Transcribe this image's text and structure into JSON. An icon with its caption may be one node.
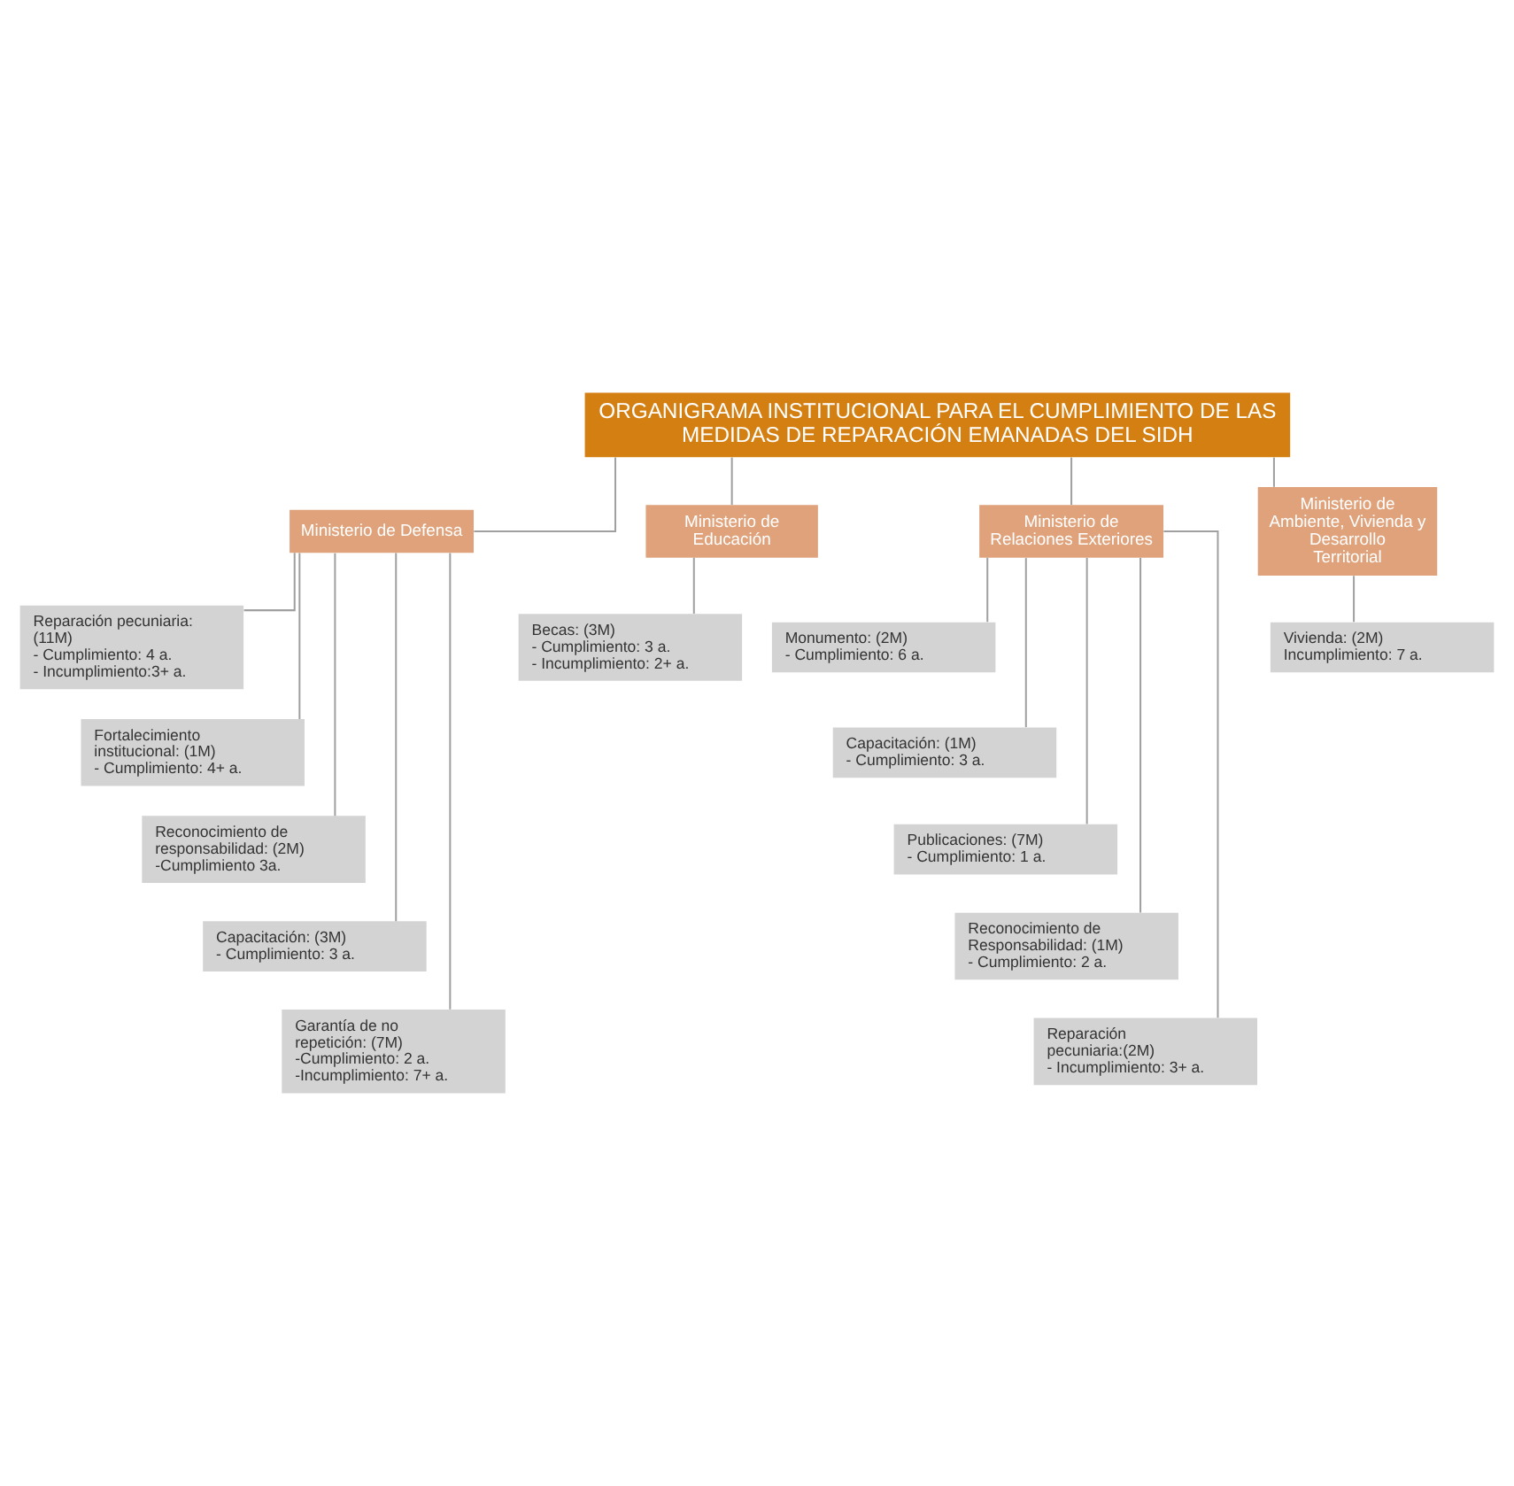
{
  "diagram": {
    "nodes": [
      {
        "text": [
          "ORGANIGRAMA INSTITUCIONAL PARA EL CUMPLIMIENTO DE LAS MEDIDAS DE REPARACIÓN EMANADAS DEL SIDH"
        ]
      },
      {
        "text": [
          "Ministerio de Defensa"
        ]
      },
      {
        "text": [
          "Ministerio de Educación"
        ]
      },
      {
        "text": [
          "Ministerio de Relaciones Exteriores"
        ]
      },
      {
        "text": [
          "Ministerio de Ambiente, Vivienda y Desarrollo Territorial"
        ]
      },
      {
        "text": [
          "Reparación pecuniaria: (11M)",
          "- Cumplimiento: 4 a.",
          "- Incumplimiento:3+ a."
        ]
      },
      {
        "text": [
          "Fortalecimiento institucional: (1M)",
          "- Cumplimiento: 4+ a."
        ]
      },
      {
        "text": [
          "Reconocimiento de responsabilidad: (2M)",
          "-Cumplimiento 3a."
        ]
      },
      {
        "text": [
          "Capacitación: (3M)",
          "- Cumplimiento: 3 a."
        ]
      },
      {
        "text": [
          "Garantía de no repetición: (7M)",
          "-Cumplimiento: 2 a.",
          "-Incumplimiento: 7+ a."
        ]
      },
      {
        "text": [
          "Becas: (3M)",
          "- Cumplimiento: 3 a.",
          "- Incumplimiento: 2+ a."
        ]
      },
      {
        "text": [
          "Monumento: (2M)",
          "- Cumplimiento: 6 a."
        ]
      },
      {
        "text": [
          "Capacitación: (1M)",
          "- Cumplimiento: 3 a."
        ]
      },
      {
        "text": [
          "Publicaciones: (7M)",
          "- Cumplimiento: 1 a."
        ]
      },
      {
        "text": [
          "Reconocimiento de Responsabilidad: (1M)",
          "- Cumplimiento: 2 a."
        ]
      },
      {
        "text": [
          "Reparación pecuniaria:(2M)",
          "- Incumplimiento: 3+ a."
        ]
      },
      {
        "text": [
          "Vivienda: (2M)",
          "Incumplimiento: 7 a."
        ]
      }
    ],
    "edges": [
      {
        "from": 0,
        "to": 1,
        "arrow": "none"
      },
      {
        "from": 0,
        "to": 2,
        "arrow": "none"
      },
      {
        "from": 0,
        "to": 3,
        "arrow": "none"
      },
      {
        "from": 0,
        "to": 4,
        "arrow": "none"
      },
      {
        "from": 1,
        "to": 5,
        "arrow": "none"
      },
      {
        "from": 1,
        "to": 6,
        "arrow": "none"
      },
      {
        "from": 1,
        "to": 7,
        "arrow": "none"
      },
      {
        "from": 1,
        "to": 8,
        "arrow": "none"
      },
      {
        "from": 1,
        "to": 9,
        "arrow": "none"
      },
      {
        "from": 2,
        "to": 10,
        "arrow": "none"
      },
      {
        "from": 3,
        "to": 11,
        "arrow": "none"
      },
      {
        "from": 3,
        "to": 12,
        "arrow": "none"
      },
      {
        "from": 3,
        "to": 13,
        "arrow": "none"
      },
      {
        "from": 3,
        "to": 14,
        "arrow": "none"
      },
      {
        "from": 3,
        "to": 15,
        "arrow": "none"
      },
      {
        "from": 4,
        "to": 16,
        "arrow": "none"
      }
    ]
  }
}
